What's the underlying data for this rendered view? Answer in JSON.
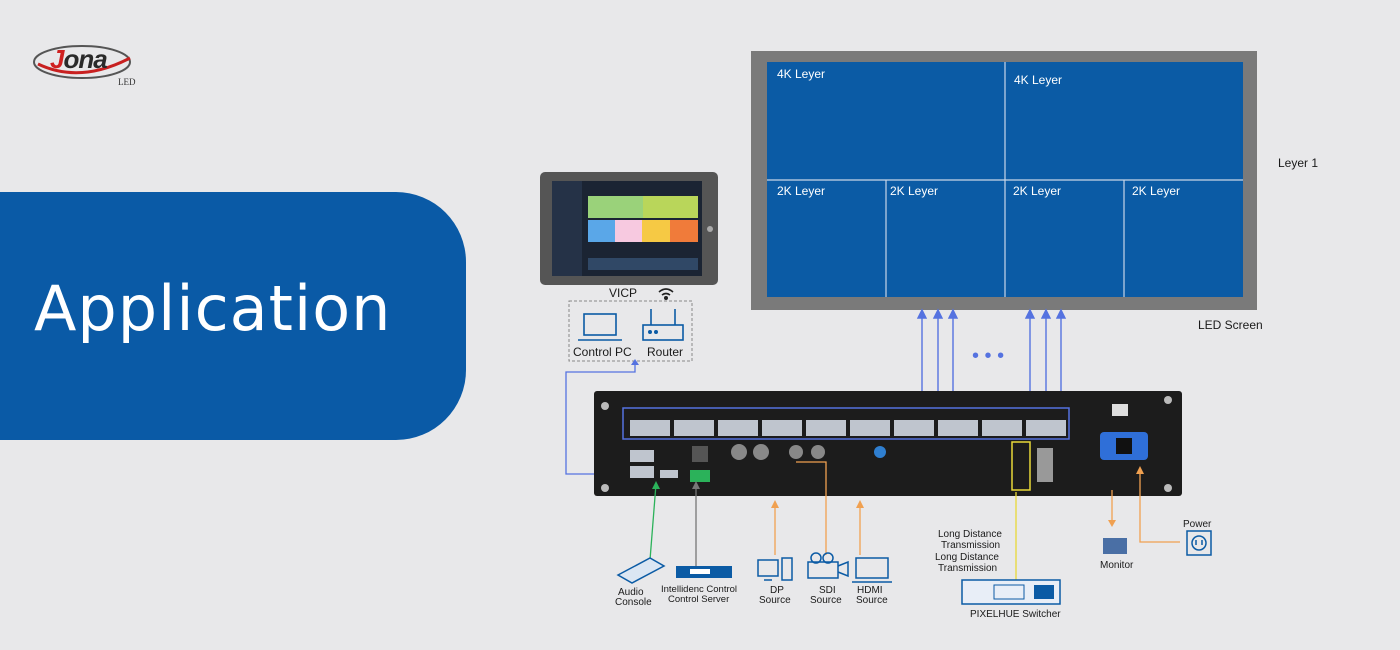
{
  "logo": {
    "brand_first": "J",
    "brand_rest": "ona",
    "sub": "LED"
  },
  "banner": {
    "title": "Application"
  },
  "screen": {
    "top_cells": [
      "4K Leyer",
      "4K Leyer"
    ],
    "bottom_cells": [
      "2K Leyer",
      "2K Leyer",
      "2K Leyer",
      "2K Leyer"
    ],
    "layer_label": "Leyer 1",
    "screen_label": "LED Screen"
  },
  "tablet_label": "VICP",
  "control_pc_label": "Control PC",
  "router_label": "Router",
  "ellipsis": "• • •",
  "devices": {
    "audio_console": [
      "Audio",
      "Console"
    ],
    "control_server": [
      "Intellidenc Control",
      "Control Server"
    ],
    "dp_source": [
      "DP",
      "Source"
    ],
    "sdi_source": [
      "SDI",
      "Source"
    ],
    "hdmi_source": [
      "HDMI",
      "Source"
    ],
    "long_distance_1": [
      "Long Distance",
      "Transmission"
    ],
    "long_distance_2": [
      "Long Distance",
      "Transmission"
    ],
    "pixelhue": "PIXELHUE Switcher",
    "monitor": "Monitor",
    "power": "Power"
  },
  "colors": {
    "banner": "#0a5aa6",
    "screen_blue": "#0b5ba5",
    "frame_gray": "#7a7a7a",
    "link_blue": "#5572e0",
    "link_orange": "#f0a050",
    "chassis": "#1c1c1c"
  }
}
